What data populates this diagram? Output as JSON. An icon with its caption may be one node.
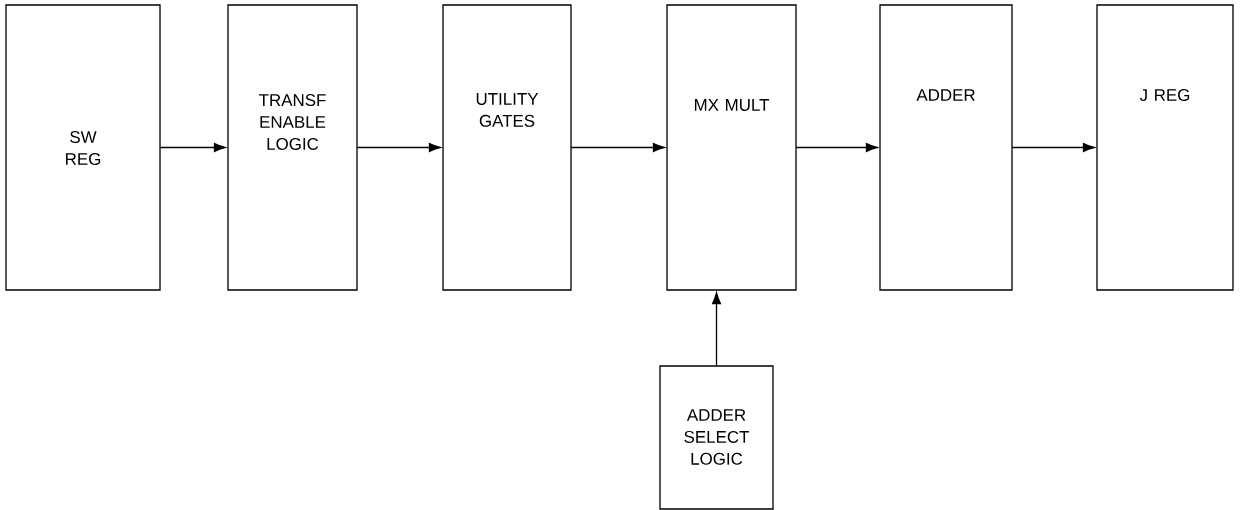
{
  "diagram": {
    "nodes": [
      {
        "text": [
          "SW REG"
        ]
      },
      {
        "text": [
          "TRANSF ENABLE LOGIC"
        ]
      },
      {
        "text": [
          "UTILITY GATES"
        ]
      },
      {
        "text": [
          "MX MULT"
        ]
      },
      {
        "text": [
          "ADDER"
        ]
      },
      {
        "text": [
          "J REG"
        ]
      },
      {
        "text": [
          "ADDER SELECT LOGIC"
        ]
      }
    ],
    "edges": [
      {
        "from": 0,
        "to": 1,
        "arrow": "to"
      },
      {
        "from": 1,
        "to": 2,
        "arrow": "to"
      },
      {
        "from": 2,
        "to": 3,
        "arrow": "to"
      },
      {
        "from": 3,
        "to": 4,
        "arrow": "to"
      },
      {
        "from": 4,
        "to": 5,
        "arrow": "to"
      },
      {
        "from": 6,
        "to": 3,
        "arrow": "to"
      }
    ]
  }
}
